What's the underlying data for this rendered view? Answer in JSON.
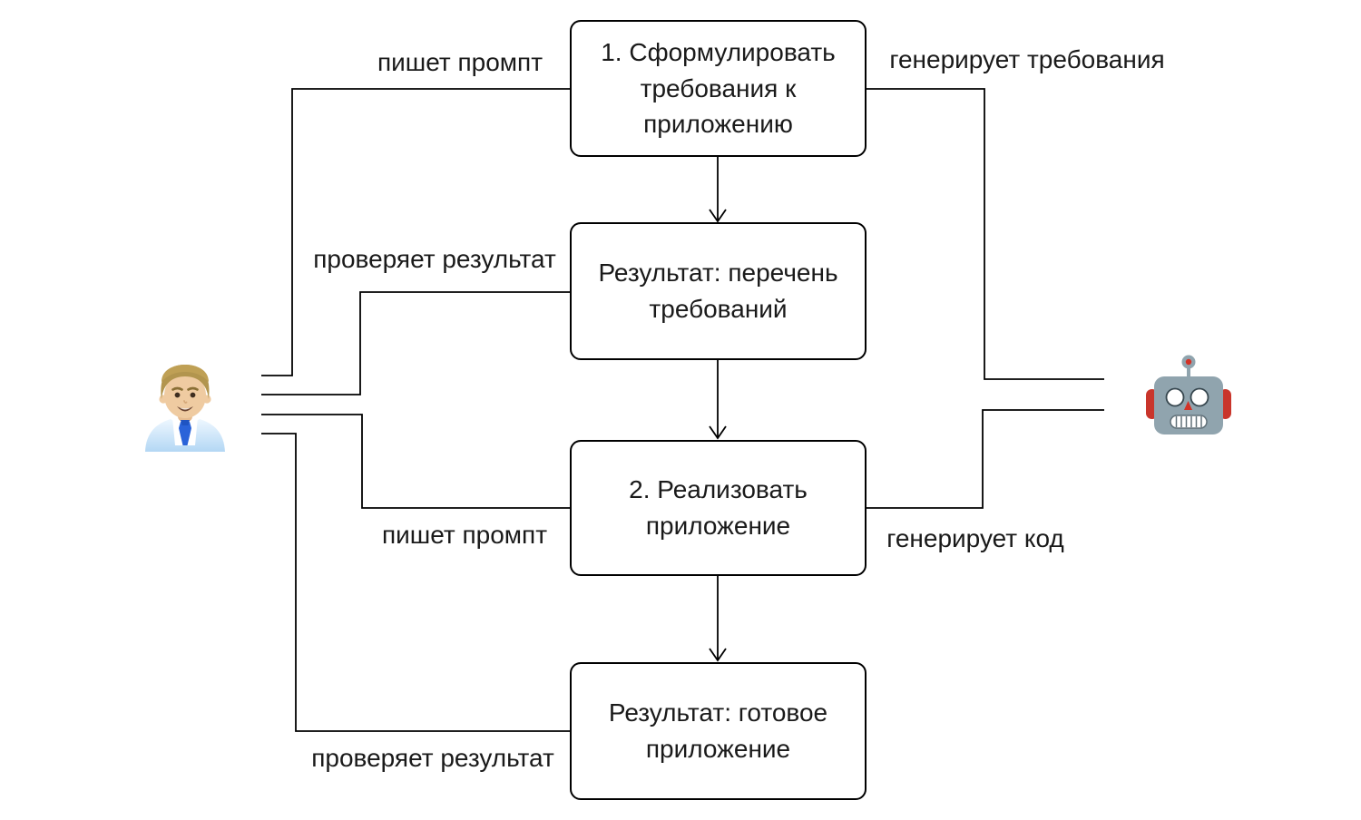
{
  "diagram": {
    "title": "",
    "nodes": [
      {
        "id": "step-1",
        "label": "1. Сформулировать требования к приложению"
      },
      {
        "id": "result-1",
        "label": "Результат: перечень требований"
      },
      {
        "id": "step-2",
        "label": "2. Реализовать приложение"
      },
      {
        "id": "result-2",
        "label": "Результат: готовое приложение"
      }
    ],
    "edges": [
      {
        "id": "human-writes-prompt-step1",
        "label": "пишет промпт"
      },
      {
        "id": "human-checks-result1",
        "label": "проверяет результат"
      },
      {
        "id": "human-writes-prompt-step2",
        "label": "пишет промпт"
      },
      {
        "id": "human-checks-result2",
        "label": "проверяет результат"
      },
      {
        "id": "robot-generates-requirements",
        "label": "генерирует требования"
      },
      {
        "id": "robot-generates-code",
        "label": "генерирует код"
      }
    ],
    "actors": [
      {
        "id": "human",
        "icon": "man-office-worker-emoji"
      },
      {
        "id": "robot",
        "icon": "robot-face-emoji"
      }
    ],
    "colors": {
      "line": "#000000",
      "text": "#1a1a1a",
      "box_border": "#000000",
      "box_fill": "#ffffff",
      "robot_head": "#90a4ae",
      "robot_accent": "#cc3328",
      "person_hair": "#b2954e",
      "person_skin": "#efcba1",
      "person_tie": "#2a63d9",
      "person_jacket": "#bcdcf6"
    }
  }
}
